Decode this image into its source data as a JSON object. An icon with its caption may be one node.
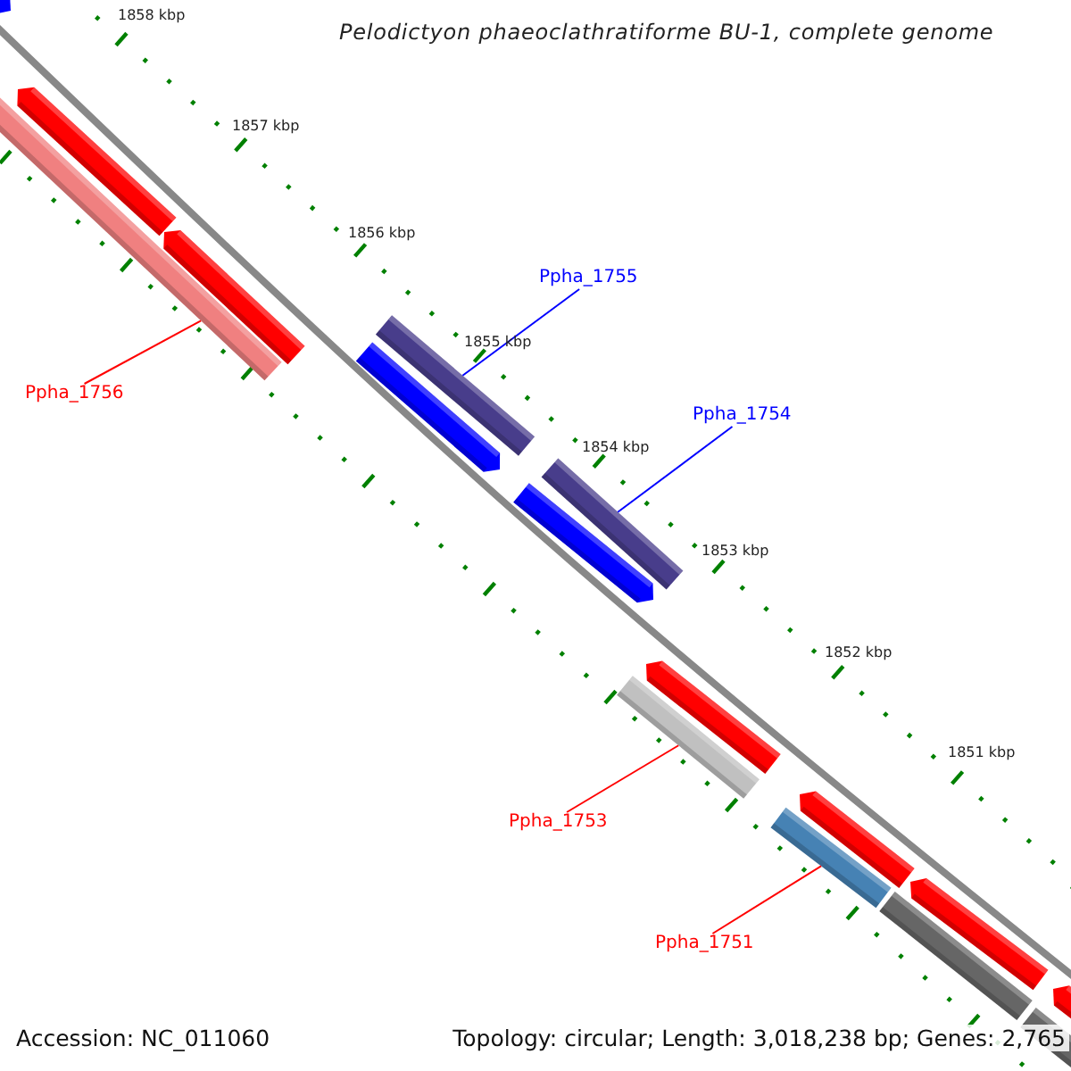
{
  "diagram": {
    "title": "Pelodictyon phaeoclathratiforme BU-1, complete genome",
    "nodes": [
      {
        "text": [
          "Ppha_1755"
        ]
      },
      {
        "text": [
          "Ppha_1756"
        ]
      },
      {
        "text": [
          "Ppha_1754"
        ]
      },
      {
        "text": [
          "Ppha_1753"
        ]
      },
      {
        "text": [
          "Ppha_1751"
        ]
      },
      {
        "text": [],
        "shape": "bar"
      },
      {
        "text": [],
        "shape": "bar"
      },
      {
        "text": [],
        "shape": "bar"
      },
      {
        "text": [],
        "shape": "bar"
      },
      {
        "text": [],
        "shape": "bar"
      }
    ],
    "edges": [
      {
        "from": 0,
        "to": 6,
        "arrow": "none",
        "color": "#0000ff"
      },
      {
        "from": 1,
        "to": 5,
        "arrow": "none"
      },
      {
        "from": 2,
        "to": 7,
        "arrow": "none",
        "color": "#0000ff"
      },
      {
        "from": 3,
        "to": 8,
        "arrow": "none"
      },
      {
        "from": 4,
        "to": 9,
        "arrow": "none"
      }
    ],
    "labels": [
      "1858 kbp",
      "1857 kbp",
      "1856 kbp",
      "1855 kbp",
      "1854 kbp",
      "1853 kbp",
      "1852 kbp",
      "1851 kbp",
      "Accession: NC_011060",
      "Topology: circular; Length: 3,018,238 bp; Genes: 2,765"
    ]
  }
}
